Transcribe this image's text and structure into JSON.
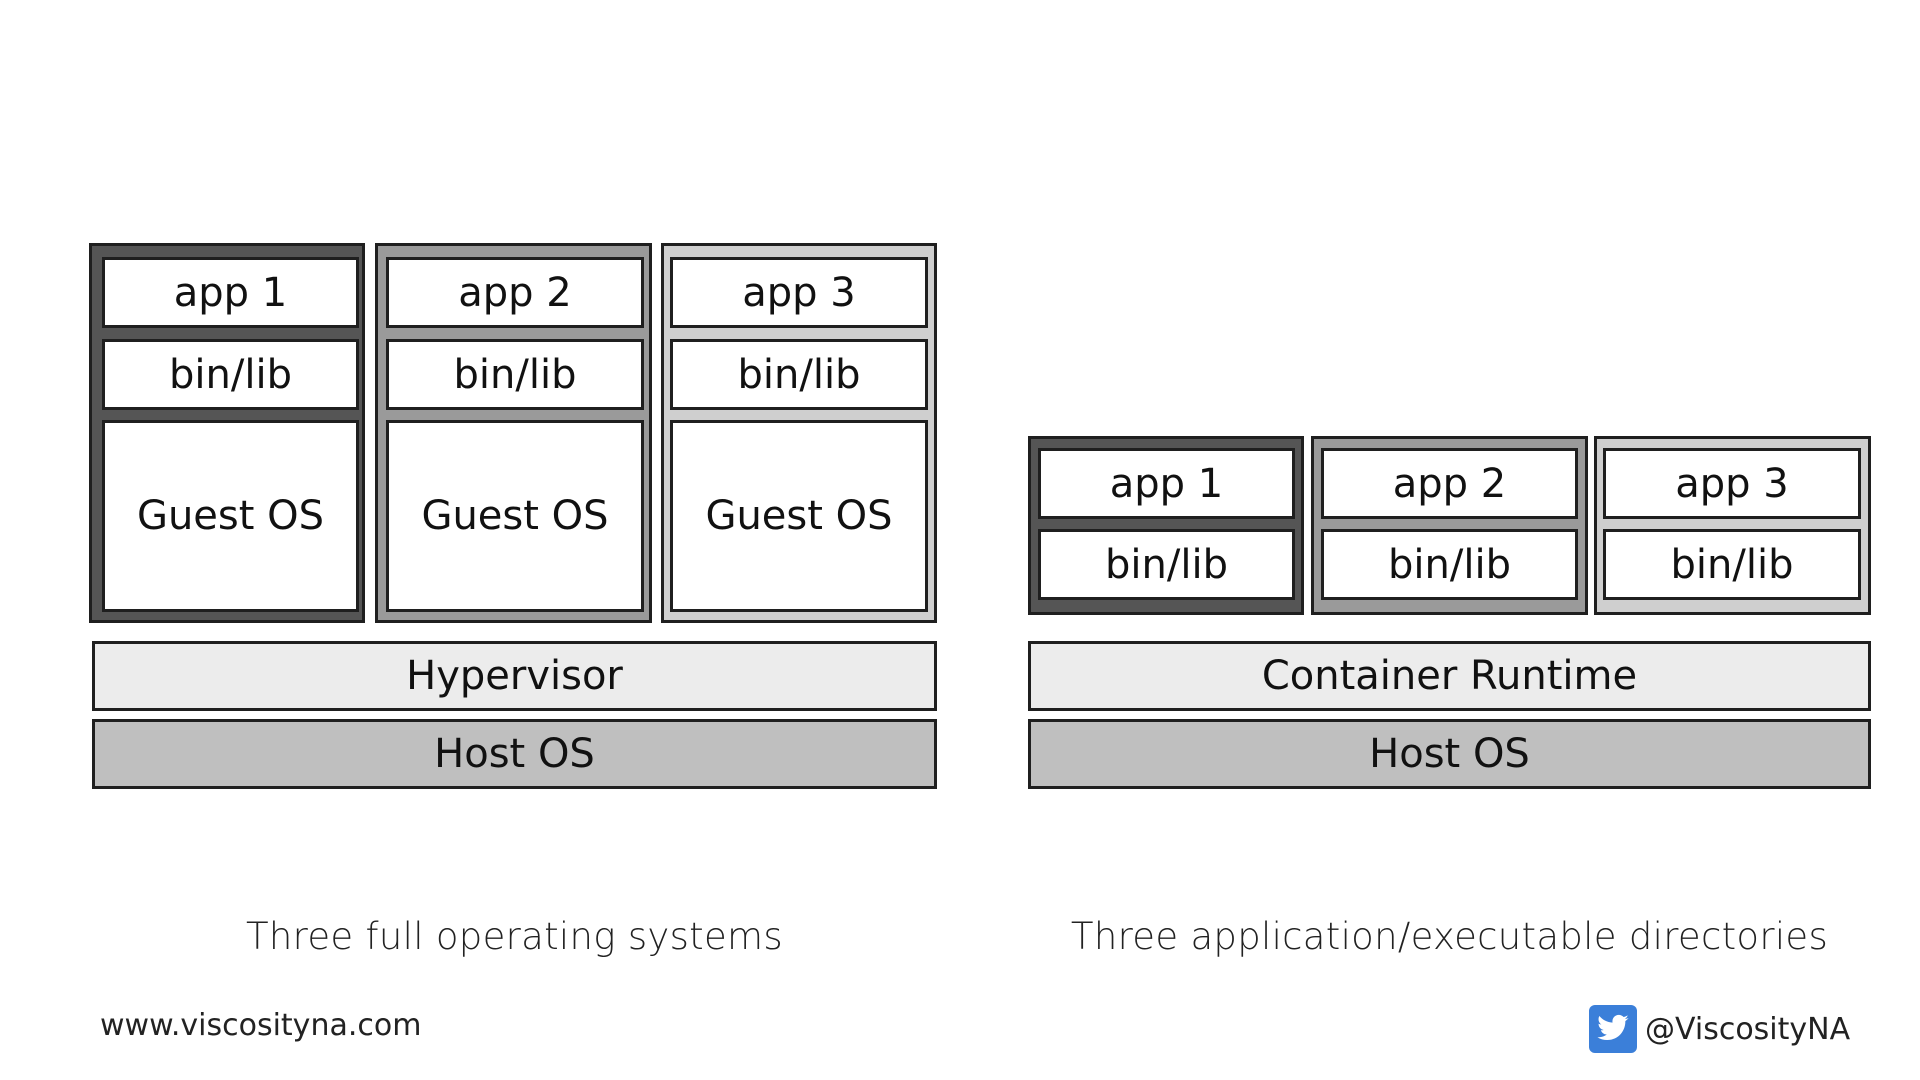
{
  "vm_side": {
    "stacks": [
      {
        "app": "app 1",
        "binlib": "bin/lib",
        "guest": "Guest OS"
      },
      {
        "app": "app 2",
        "binlib": "bin/lib",
        "guest": "Guest OS"
      },
      {
        "app": "app 3",
        "binlib": "bin/lib",
        "guest": "Guest OS"
      }
    ],
    "hypervisor": "Hypervisor",
    "host_os": "Host OS",
    "caption": "Three full operating systems"
  },
  "container_side": {
    "stacks": [
      {
        "app": "app 1",
        "binlib": "bin/lib"
      },
      {
        "app": "app 2",
        "binlib": "bin/lib"
      },
      {
        "app": "app 3",
        "binlib": "bin/lib"
      }
    ],
    "runtime": "Container Runtime",
    "host_os": "Host OS",
    "caption": "Three application/executable directories"
  },
  "footer": {
    "website": "www.viscosityna.com",
    "twitter_handle": "@ViscosityNA",
    "twitter_icon": "twitter-bird-icon"
  },
  "colors": {
    "frame_dark": "#555555",
    "frame_mid": "#9a9a9a",
    "frame_light": "#cfcfcf",
    "runtime_bar": "#ececec",
    "host_bar": "#bfbfbf",
    "twitter_blue": "#3b7fd9"
  }
}
